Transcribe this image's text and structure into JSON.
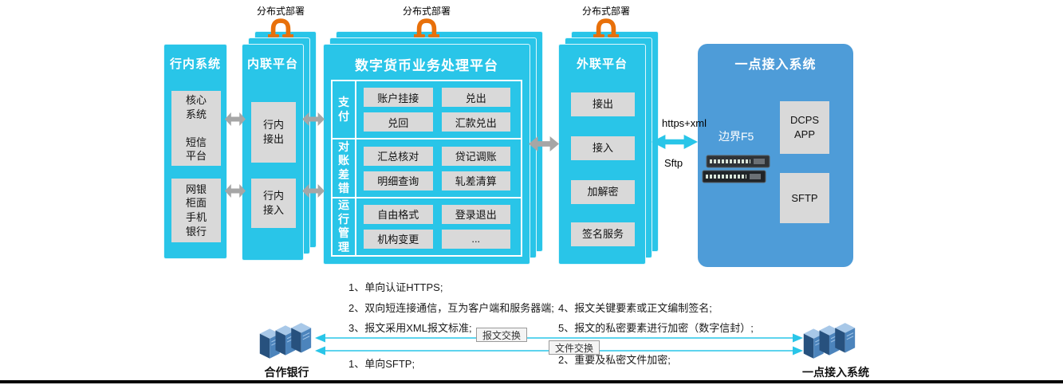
{
  "colors": {
    "cyan": "#29C5E8",
    "blue_panel": "#4E9CD8",
    "gray_box": "#D9D9D9",
    "arrow_gray": "#A6A6A6",
    "orange": "#E8700A",
    "server_navy": "#27517E",
    "server_blue": "#4C84BC"
  },
  "deployment_label": "分布式部署",
  "inbank": {
    "title": "行内系统",
    "box1": "核心\n系统\n\n短信\n平台",
    "box2": "网银\n柜面\n手机\n银行"
  },
  "internal": {
    "title": "内联平台",
    "out_box": "行内\n接出",
    "in_box": "行内\n接入"
  },
  "dcp": {
    "title": "数字货币业务处理平台",
    "rows": [
      {
        "label": "支付",
        "buttons": [
          "账户挂接",
          "兑出",
          "兑回",
          "汇款兑出"
        ]
      },
      {
        "label": "对账差错",
        "buttons": [
          "汇总核对",
          "贷记调账",
          "明细查询",
          "轧差清算"
        ]
      },
      {
        "label": "运行管理",
        "buttons": [
          "自由格式",
          "登录退出",
          "机构变更",
          "..."
        ]
      }
    ]
  },
  "external": {
    "title": "外联平台",
    "buttons": [
      "接出",
      "接入",
      "加解密",
      "签名服务"
    ]
  },
  "link": {
    "protocol_top": "https+xml",
    "protocol_bottom": "Sftp"
  },
  "onepoint": {
    "title": "一点接入系统",
    "f5_label": "边界F5",
    "dcps_box": "DCPS\nAPP",
    "sftp_box": "SFTP"
  },
  "bottom": {
    "notes_left": [
      "1、单向认证HTTPS;",
      "2、双向短连接通信，互为客户端和服务器端;",
      "3、报文采用XML报文标准;"
    ],
    "notes_right": [
      "4、报文关键要素或正文编制签名;",
      "5、报文的私密要素进行加密（数字信封）;"
    ],
    "msg_exchange": "报文交换",
    "file_exchange": "文件交换",
    "sftp_note_left": "1、单向SFTP;",
    "sftp_note_right": "2、重要及私密文件加密;",
    "left_entity": "合作银行",
    "right_entity": "一点接入系统"
  }
}
